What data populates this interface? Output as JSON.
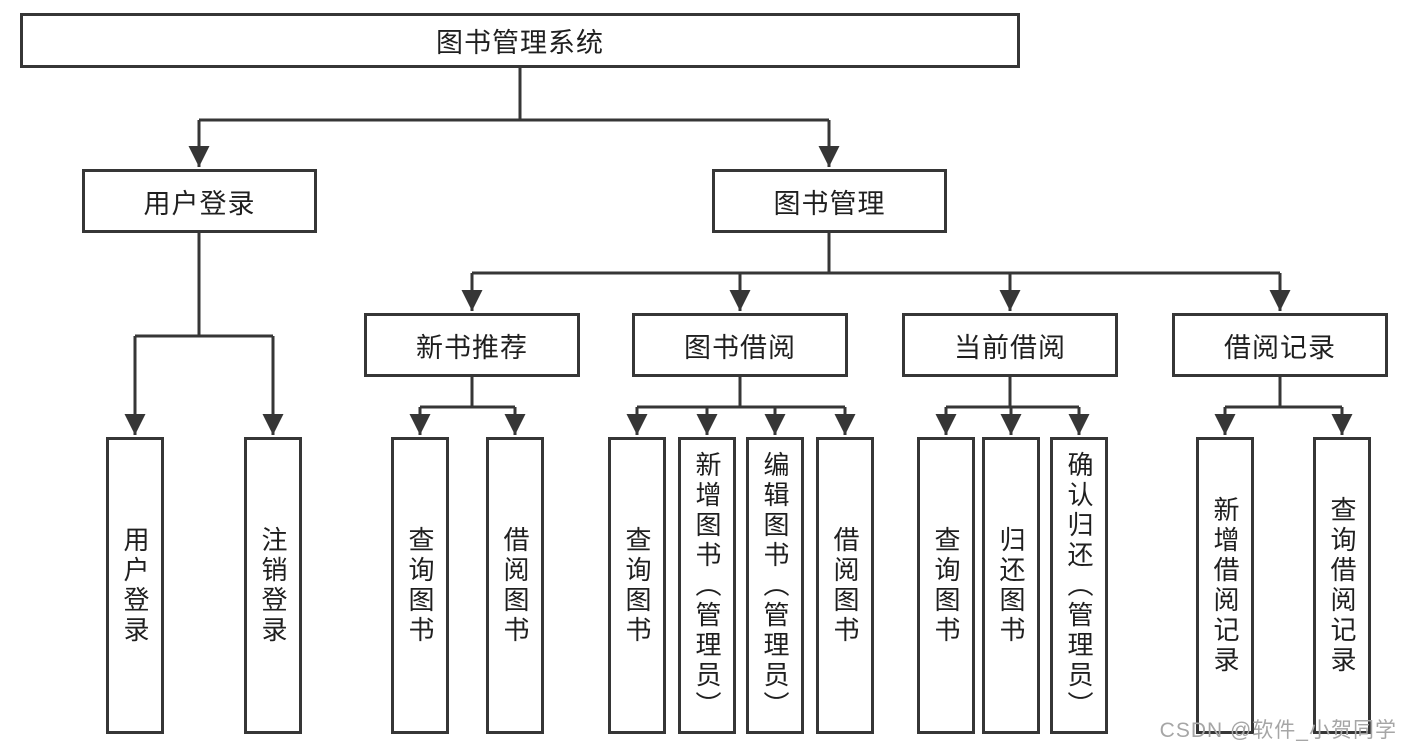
{
  "colors": {
    "line": "#363636",
    "box_border": "#363636",
    "box_background": "#ffffff",
    "text": "#1f1f1f",
    "watermark": "#a6a6a6"
  },
  "tree": {
    "label": "图书管理系统",
    "children": [
      {
        "label": "用户登录",
        "children": [
          {
            "label": "用户登录"
          },
          {
            "label": "注销登录"
          }
        ]
      },
      {
        "label": "图书管理",
        "children": [
          {
            "label": "新书推荐",
            "children": [
              {
                "label": "查询图书"
              },
              {
                "label": "借阅图书"
              }
            ]
          },
          {
            "label": "图书借阅",
            "children": [
              {
                "label": "查询图书"
              },
              {
                "label": "新增图书（管理员）"
              },
              {
                "label": "编辑图书（管理员）"
              },
              {
                "label": "借阅图书"
              }
            ]
          },
          {
            "label": "当前借阅",
            "children": [
              {
                "label": "查询图书"
              },
              {
                "label": "归还图书"
              },
              {
                "label": "确认归还（管理员）"
              }
            ]
          },
          {
            "label": "借阅记录",
            "children": [
              {
                "label": "新增借阅记录"
              },
              {
                "label": "查询借阅记录"
              }
            ]
          }
        ]
      }
    ]
  },
  "watermark": "CSDN @软件_小贺同学"
}
